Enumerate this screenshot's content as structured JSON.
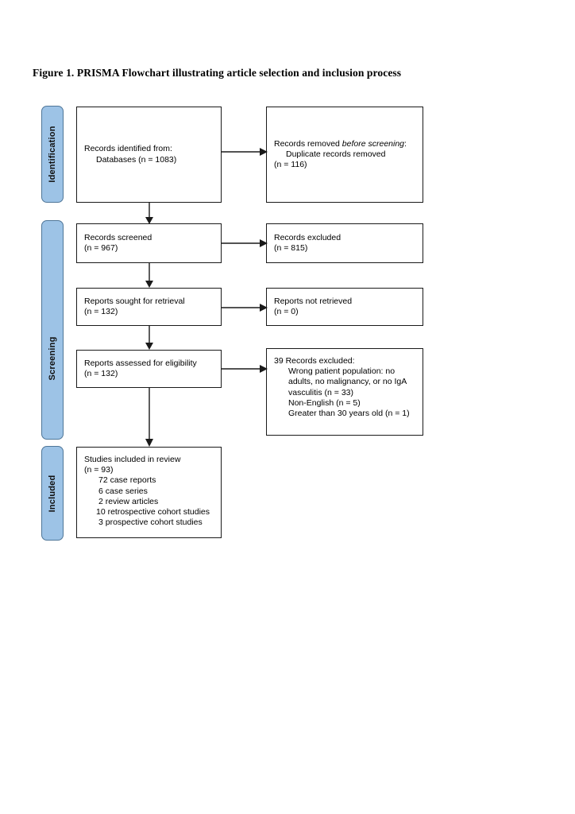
{
  "figure": {
    "title": "Figure 1. PRISMA Flowchart illustrating article selection and inclusion process",
    "accent_color": "#9DC3E6",
    "line_color": "#1a1a1a",
    "background_color": "#ffffff"
  },
  "stages": [
    {
      "id": "identification",
      "label": "Identification"
    },
    {
      "id": "screening",
      "label": "Screening"
    },
    {
      "id": "included",
      "label": "Included"
    }
  ],
  "boxes": {
    "identified": {
      "line1": "Records identified from:",
      "line2": "Databases (n = 1083)"
    },
    "removed": {
      "line1_a": "Records removed ",
      "line1_b": "before screening",
      "line1_c": ":",
      "line2": "Duplicate records removed",
      "line3": "(n = 116)"
    },
    "screened": {
      "line1": "Records screened",
      "line2": "(n = 967)"
    },
    "excluded_1": {
      "line1": "Records excluded",
      "line2": "(n = 815)"
    },
    "sought": {
      "line1": "Reports sought for retrieval",
      "line2": "(n = 132)"
    },
    "not_retrieved": {
      "line1": "Reports not retrieved",
      "line2": "(n = 0)"
    },
    "assessed": {
      "line1": "Reports assessed for eligibility",
      "line2": "(n = 132)"
    },
    "excluded_2": {
      "line1": "39 Records excluded:",
      "line2": "Wrong patient population: no adults, no malignancy, or no IgA vasculitis (n = 33)",
      "line3": "Non-English (n = 5)",
      "line4": "Greater than 30 years old (n = 1)"
    },
    "included": {
      "line1": "Studies included in review",
      "line2": "(n = 93)",
      "line3": "72 case reports",
      "line4": "6 case series",
      "line5": "2 review articles",
      "line6": "10 retrospective cohort studies",
      "line7": "3 prospective cohort studies"
    }
  },
  "chart_data": {
    "type": "diagram",
    "title": "Figure 1. PRISMA Flowchart illustrating article selection and inclusion process",
    "nodes": [
      {
        "id": "identified",
        "stage": "Identification",
        "label": "Records identified from: Databases",
        "n": 1083
      },
      {
        "id": "removed",
        "stage": "Identification",
        "label": "Records removed before screening: Duplicate records removed",
        "n": 116
      },
      {
        "id": "screened",
        "stage": "Screening",
        "label": "Records screened",
        "n": 967
      },
      {
        "id": "excluded_1",
        "stage": "Screening",
        "label": "Records excluded",
        "n": 815
      },
      {
        "id": "sought",
        "stage": "Screening",
        "label": "Reports sought for retrieval",
        "n": 132
      },
      {
        "id": "not_retrieved",
        "stage": "Screening",
        "label": "Reports not retrieved",
        "n": 0
      },
      {
        "id": "assessed",
        "stage": "Screening",
        "label": "Reports assessed for eligibility",
        "n": 132
      },
      {
        "id": "excluded_2",
        "stage": "Screening",
        "label": "Records excluded",
        "n": 39,
        "reasons": [
          {
            "label": "Wrong patient population: no adults, no malignancy, or no IgA vasculitis",
            "n": 33
          },
          {
            "label": "Non-English",
            "n": 5
          },
          {
            "label": "Greater than 30 years old",
            "n": 1
          }
        ]
      },
      {
        "id": "included",
        "stage": "Included",
        "label": "Studies included in review",
        "n": 93,
        "breakdown": [
          {
            "label": "case reports",
            "n": 72
          },
          {
            "label": "case series",
            "n": 6
          },
          {
            "label": "review articles",
            "n": 2
          },
          {
            "label": "retrospective cohort studies",
            "n": 10
          },
          {
            "label": "prospective cohort studies",
            "n": 3
          }
        ]
      }
    ],
    "edges": [
      {
        "from": "identified",
        "to": "removed",
        "direction": "right"
      },
      {
        "from": "identified",
        "to": "screened",
        "direction": "down"
      },
      {
        "from": "screened",
        "to": "excluded_1",
        "direction": "right"
      },
      {
        "from": "screened",
        "to": "sought",
        "direction": "down"
      },
      {
        "from": "sought",
        "to": "not_retrieved",
        "direction": "right"
      },
      {
        "from": "sought",
        "to": "assessed",
        "direction": "down"
      },
      {
        "from": "assessed",
        "to": "excluded_2",
        "direction": "right"
      },
      {
        "from": "assessed",
        "to": "included",
        "direction": "down"
      }
    ]
  }
}
